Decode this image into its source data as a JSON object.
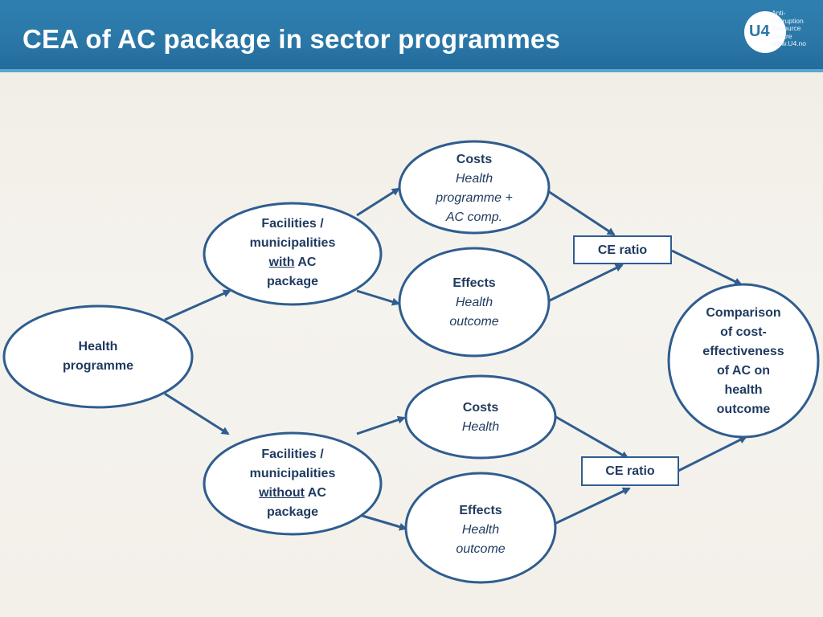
{
  "header": {
    "title": "CEA of AC package in sector programmes",
    "logo_mark": "U4",
    "logo_lines": [
      "Anti-",
      "Corruption",
      "Resource",
      "Centre",
      "www.U4.no"
    ]
  },
  "colors": {
    "header_blue": "#2b78a8",
    "node_stroke": "#2f5d8f",
    "arrow": "#2f5d8f",
    "text": "#1f3a5f"
  },
  "nodes": {
    "health_programme": {
      "line1": "Health",
      "line2": "programme"
    },
    "with_ac": {
      "line1": "Facilities /",
      "line2": "municipalities",
      "underline": "with",
      "rest": " AC",
      "line4": "package"
    },
    "without_ac": {
      "line1": "Facilities /",
      "line2": "municipalities",
      "underline": "without",
      "rest": " AC",
      "line4": "package"
    },
    "costs_with": {
      "title": "Costs",
      "line1": "Health",
      "line2": "programme +",
      "line3": "AC comp."
    },
    "effects_with": {
      "title": "Effects",
      "line1": "Health",
      "line2": "outcome"
    },
    "costs_without": {
      "title": "Costs",
      "line1": "Health"
    },
    "effects_without": {
      "title": "Effects",
      "line1": "Health",
      "line2": "outcome"
    },
    "ce_ratio_top": {
      "label": "CE ratio"
    },
    "ce_ratio_bottom": {
      "label": "CE ratio"
    },
    "comparison": {
      "line1": "Comparison",
      "line2": "of cost-",
      "line3": "effectiveness",
      "line4": "of AC on",
      "line5": "health",
      "line6": "outcome"
    }
  }
}
